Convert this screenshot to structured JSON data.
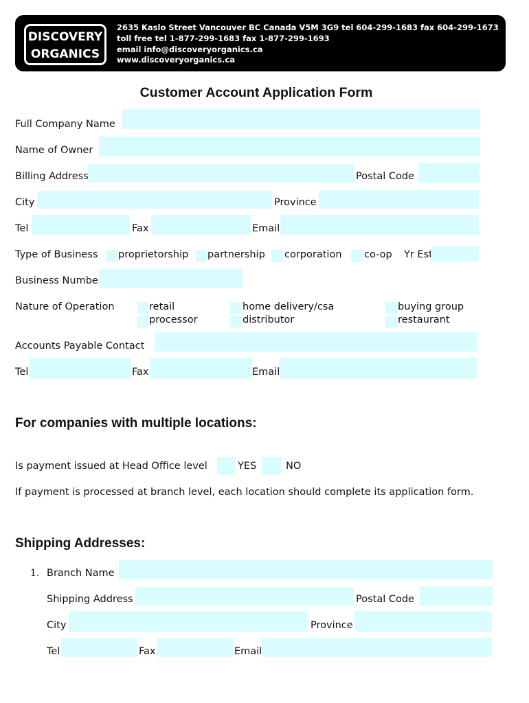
{
  "header": {
    "logo_line1": "DISCOVERY",
    "logo_line2": "ORGANICS",
    "address_line": "2635 Kaslo Street  Vancouver BC Canada V5M 3G9  tel 604-299-1683  fax 604-299-1673",
    "tollfree_line": "toll free tel 1-877-299-1683   fax 1-877-299-1693",
    "email_line": "email info@discoveryorganics.ca",
    "web_line": "www.discoveryorganics.ca"
  },
  "form": {
    "title": "Customer Account Application Form",
    "full_company_name": "Full Company Name",
    "name_of_owner": "Name of Owner",
    "billing_address": "Billing Address",
    "postal_code": "Postal Code",
    "city": "City",
    "province": "Province",
    "tel": "Tel",
    "fax": "Fax",
    "email": "Email",
    "type_of_business": "Type of Business",
    "business_types": [
      "proprietorship",
      "partnership",
      "corporation",
      "co-op"
    ],
    "yr_est": "Yr Est",
    "business_number": "Business Number",
    "nature_of_operation": "Nature of Operation",
    "operations": [
      "retail",
      "processor",
      "home delivery/csa",
      "distributor",
      "buying group",
      "restaurant"
    ],
    "accounts_payable_contact": "Accounts Payable Contact"
  },
  "multi": {
    "title": "For companies with multiple locations:",
    "question": "Is payment issued at Head Office level",
    "yes": "YES",
    "no": "NO",
    "note": "If payment is processed at branch level, each location should complete its application form."
  },
  "shipping": {
    "title": "Shipping Addresses:",
    "item_number": "1.",
    "branch_name": "Branch Name",
    "shipping_address": "Shipping Address",
    "postal_code": "Postal Code",
    "city": "City",
    "province": "Province",
    "tel": "Tel",
    "fax": "Fax",
    "email": "Email"
  },
  "colors": {
    "field_fill": "#d9fdff",
    "header_bg": "#000000"
  }
}
